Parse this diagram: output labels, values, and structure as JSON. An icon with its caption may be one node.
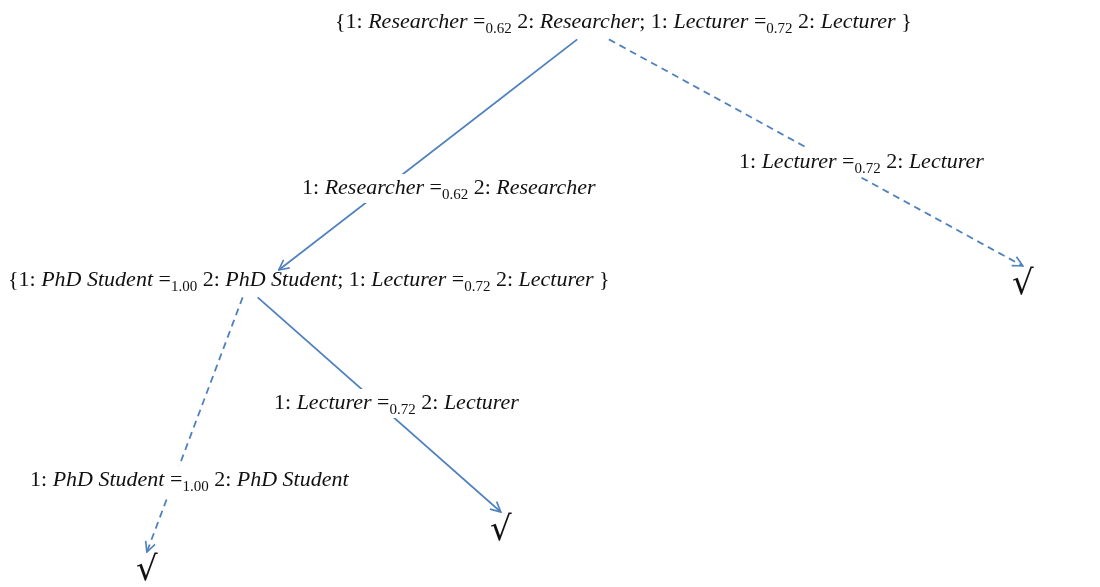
{
  "diagram": {
    "nodes": [
      {
        "text": [
          "{1: *Researcher* =$_{0.62}$ 2: *Researcher*; 1: *Lecturer* =$_{0.72}$ 2: *Lecturer* }"
        ]
      },
      {
        "text": [
          "{1: *PhD Student* =$_{1.00}$ 2: *PhD Student*; 1: *Lecturer* =$_{0.72}$ 2: *Lecturer* }"
        ]
      },
      {
        "text": [
          "√"
        ]
      },
      {
        "text": [
          "√"
        ]
      },
      {
        "text": [
          "√"
        ]
      }
    ],
    "edges": [
      {
        "from": 0,
        "to": 1,
        "arrow": "to",
        "label": "1: *Researcher* =$_{0.62}$ 2: *Researcher*"
      },
      {
        "from": 0,
        "to": 2,
        "arrow": "to",
        "style": "dashed",
        "label": "1: *Lecturer* =$_{0.72}$ 2: *Lecturer*"
      },
      {
        "from": 1,
        "to": 3,
        "arrow": "to",
        "style": "dashed",
        "label": "1: *PhD Student* =$_{1.00}$ 2: *PhD Student*"
      },
      {
        "from": 1,
        "to": 4,
        "arrow": "to",
        "label": "1: *Lecturer* =$_{0.72}$ 2: *Lecturer*"
      }
    ]
  }
}
